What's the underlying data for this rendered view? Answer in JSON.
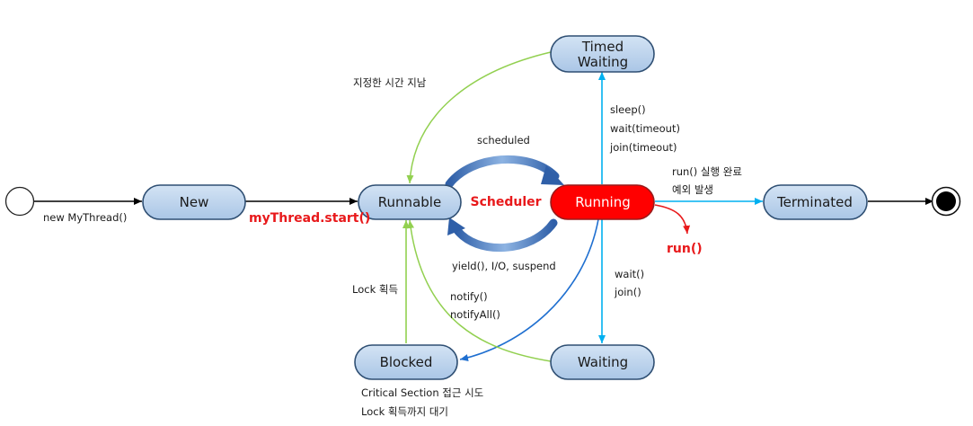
{
  "states": {
    "new": "New",
    "runnable": "Runnable",
    "running": "Running",
    "terminated": "Terminated",
    "timed_waiting_line1": "Timed",
    "timed_waiting_line2": "Waiting",
    "waiting": "Waiting",
    "blocked": "Blocked"
  },
  "center_label": "Scheduler",
  "labels": {
    "new_mythread": "new MyThread()",
    "mythread_start": "myThread.start()",
    "time_elapsed": "지정한 시간 지남",
    "scheduled": "scheduled",
    "yield_io_suspend": "yield(), I/O, suspend",
    "sleep": "sleep()",
    "wait_timeout": "wait(timeout)",
    "join_timeout": "join(timeout)",
    "run_complete": "run() 실행 완료",
    "exception": "예외 발생",
    "run": "run()",
    "wait": "wait()",
    "join": "join()",
    "notify": "notify()",
    "notify_all": "notifyAll()",
    "lock_acquire": "Lock 획득",
    "critical_section": "Critical Section 접근 시도",
    "lock_wait": "Lock 획득까지 대기"
  },
  "colors": {
    "state_fill": "#bdd4ec",
    "state_stroke": "#2f4f73",
    "running_fill": "#ff0000",
    "green_arrow": "#92d050",
    "blue_arrow": "#00b0f0",
    "dark_blue_arrow": "#1f6fd0",
    "red_text": "#e8191b",
    "scheduler_arrow": "#3a75c4"
  }
}
